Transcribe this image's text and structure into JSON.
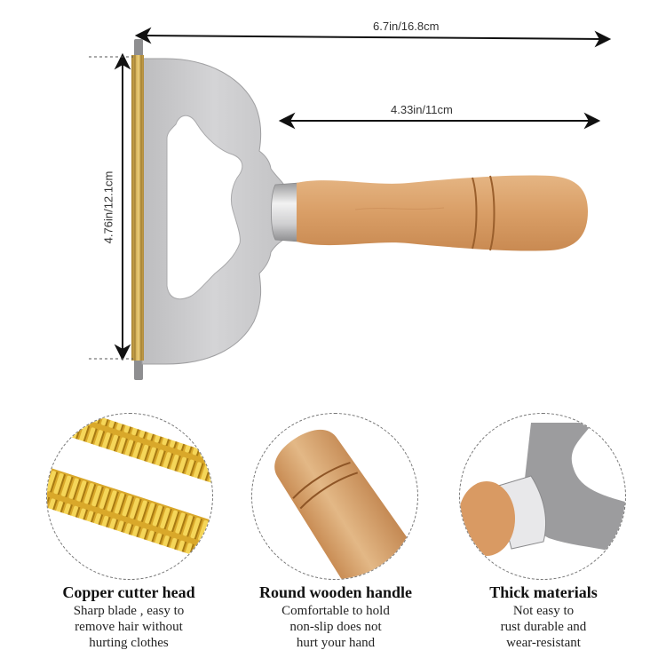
{
  "dimensions": {
    "total_length": "6.7in/16.8cm",
    "handle_length": "4.33in/11cm",
    "head_width": "4.76in/12.1cm"
  },
  "features": [
    {
      "title": "Copper cutter head",
      "description": "Sharp blade , easy to\nremove hair without\nhurting clothes"
    },
    {
      "title": "Round wooden handle",
      "description": "Comfortable to hold\nnon-slip does not\nhurt your hand"
    },
    {
      "title": "Thick materials",
      "description": "Not easy to\nrust durable and\nwear-resistant"
    }
  ],
  "colors": {
    "steel": "#c9c9cb",
    "steel_dark": "#a9a9ab",
    "brass": "#c9a24a",
    "wood": "#d9a06a",
    "wood_dark": "#b87c48",
    "arrow": "#111111",
    "dashed_circle": "#777777"
  }
}
